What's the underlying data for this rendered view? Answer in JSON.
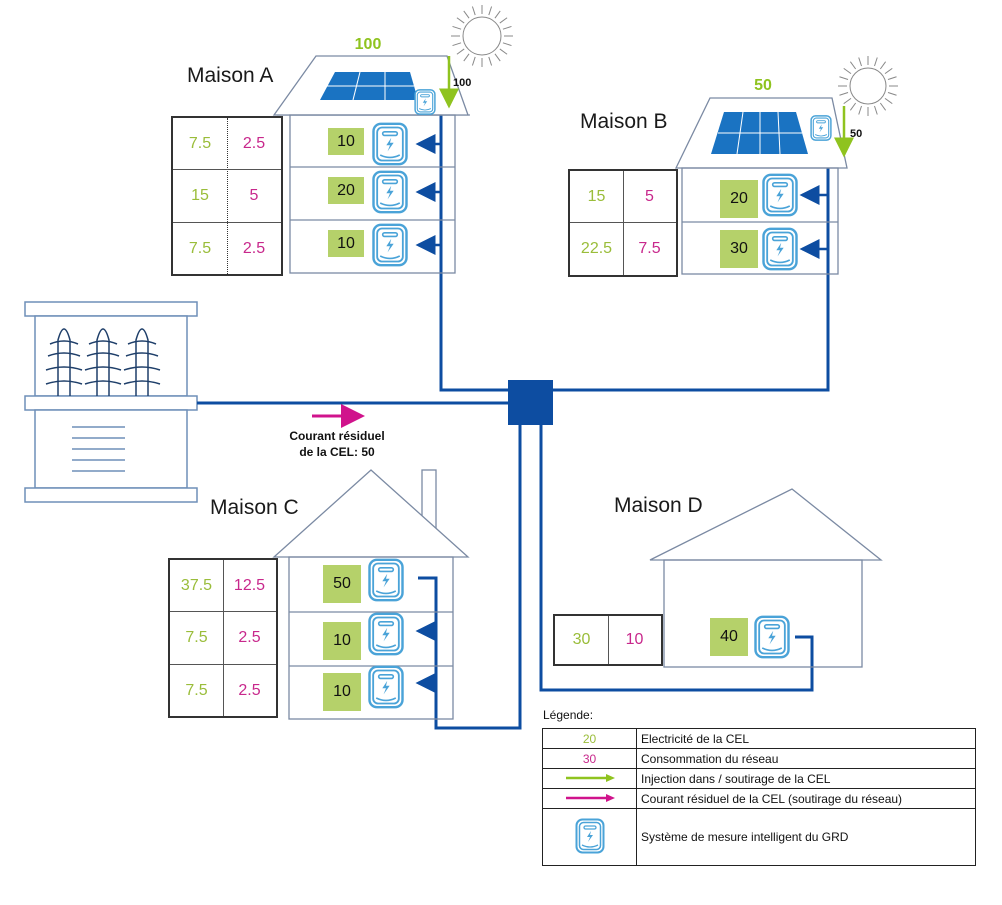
{
  "colors": {
    "cel_green": "#9abd3a",
    "grid_magenta": "#c8288c",
    "line_blue": "#0d4da1",
    "meter_blue": "#4aa3d8",
    "consumption_fill": "#b5d16a",
    "panel_blue": "#1a73c2"
  },
  "houses": {
    "A": {
      "label": "Maison A",
      "production": "100",
      "injection": "100",
      "units": [
        {
          "consumption": "10",
          "cel": "7.5",
          "grid": "2.5"
        },
        {
          "consumption": "20",
          "cel": "15",
          "grid": "5"
        },
        {
          "consumption": "10",
          "cel": "7.5",
          "grid": "2.5"
        }
      ]
    },
    "B": {
      "label": "Maison B",
      "production": "50",
      "injection": "50",
      "units": [
        {
          "consumption": "20",
          "cel": "15",
          "grid": "5"
        },
        {
          "consumption": "30",
          "cel": "22.5",
          "grid": "7.5"
        }
      ]
    },
    "C": {
      "label": "Maison C",
      "units": [
        {
          "consumption": "50",
          "cel": "37.5",
          "grid": "12.5"
        },
        {
          "consumption": "10",
          "cel": "7.5",
          "grid": "2.5"
        },
        {
          "consumption": "10",
          "cel": "7.5",
          "grid": "2.5"
        }
      ]
    },
    "D": {
      "label": "Maison D",
      "units": [
        {
          "consumption": "40",
          "cel": "30",
          "grid": "10"
        }
      ]
    }
  },
  "residual": {
    "line1": "Courant résiduel",
    "line2": "de la CEL: 50"
  },
  "legend": {
    "title": "Légende:",
    "rows": [
      {
        "symbol": "20",
        "symbol_type": "green-number",
        "text": "Electricité de la CEL"
      },
      {
        "symbol": "30",
        "symbol_type": "magenta-number",
        "text": "Consommation du réseau"
      },
      {
        "symbol": "green-arrow-icon",
        "symbol_type": "green-arrow",
        "text": "Injection dans / soutirage de la CEL"
      },
      {
        "symbol": "magenta-arrow-icon",
        "symbol_type": "magenta-arrow",
        "text": "Courant résiduel de la CEL (soutirage du réseau)"
      },
      {
        "symbol": "smart-meter-icon",
        "symbol_type": "meter",
        "text": "Système de mesure intelligent du GRD"
      }
    ]
  }
}
